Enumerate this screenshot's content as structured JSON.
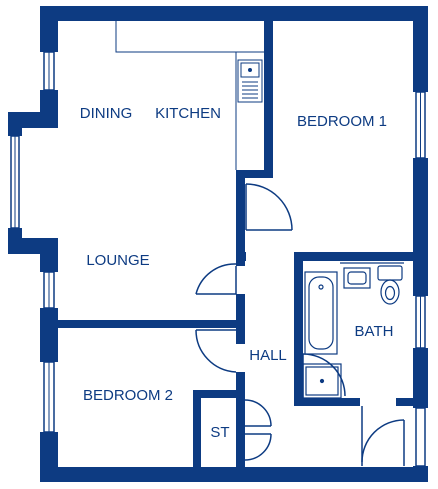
{
  "colors": {
    "wall": "#0d3b82",
    "fixture": "#0d3b82",
    "window_glass": "#ffffff",
    "background": "#ffffff"
  },
  "rooms": {
    "dining": "DINING",
    "kitchen": "KITCHEN",
    "lounge": "LOUNGE",
    "bedroom1": "BEDROOM 1",
    "bedroom2": "BEDROOM 2",
    "hall": "HALL",
    "bath": "BATH",
    "storage": "ST"
  },
  "fixtures": [
    "sink-icon",
    "bathtub-icon",
    "basin-icon",
    "toilet-icon",
    "shower-tray-icon"
  ]
}
